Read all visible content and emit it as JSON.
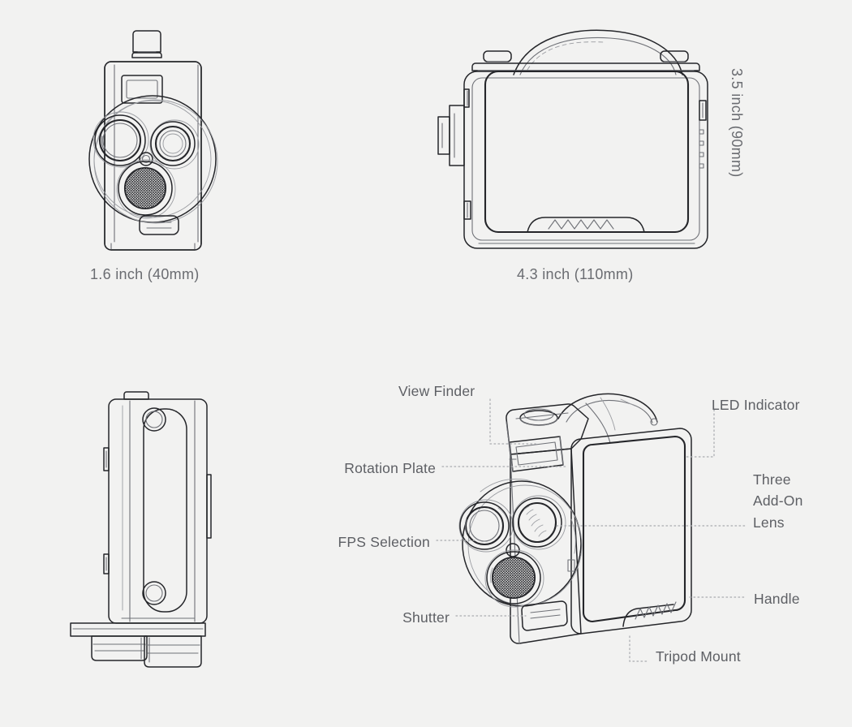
{
  "page": {
    "background_color": "#f2f2f1",
    "ink_color": "#25262a",
    "label_color": "#5d5f64",
    "leader_color": "#a9abb0"
  },
  "views": {
    "front": {
      "name": "front-view",
      "dimension_label": "1.6 inch (40mm)"
    },
    "back": {
      "name": "back-view",
      "dimension_label_width": "4.3 inch (110mm)",
      "dimension_label_height": "3.5 inch (90mm)"
    },
    "side": {
      "name": "side-view"
    },
    "perspective": {
      "name": "perspective-view"
    }
  },
  "callouts": [
    {
      "id": "view-finder",
      "label": "View Finder",
      "align": "center"
    },
    {
      "id": "rotation-plate",
      "label": "Rotation Plate",
      "align": "right"
    },
    {
      "id": "fps-selection",
      "label": "FPS Selection",
      "align": "right"
    },
    {
      "id": "shutter",
      "label": "Shutter",
      "align": "right"
    },
    {
      "id": "led-indicator",
      "label": "LED Indicator",
      "align": "left"
    },
    {
      "id": "add-on-lens",
      "label": "Three\nAdd-On\nLens",
      "align": "left"
    },
    {
      "id": "handle",
      "label": "Handle",
      "align": "left"
    },
    {
      "id": "tripod-mount",
      "label": "Tripod Mount",
      "align": "left"
    }
  ]
}
